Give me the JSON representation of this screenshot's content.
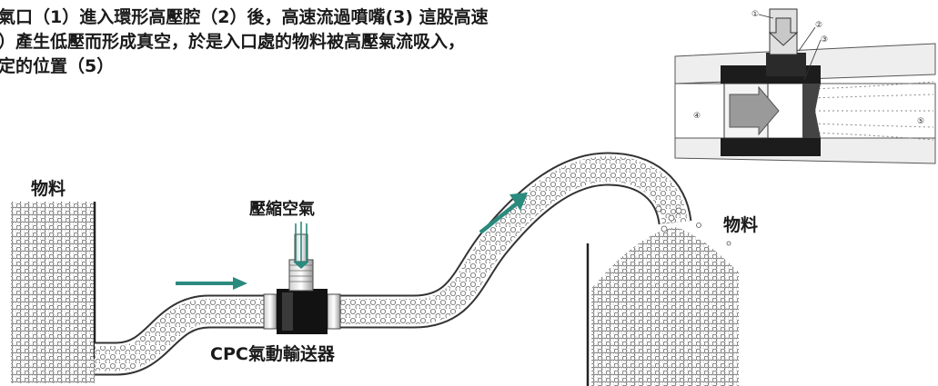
{
  "description": {
    "line1": "氣口（1）進入環形高壓腔（2）後，高速流過噴嘴(3) 這股高速",
    "line2": "）產生低壓而形成真空，於是入口處的物料被高壓氣流吸入，",
    "line3": "定的位置（5）"
  },
  "labels": {
    "material_left": "物料",
    "compressed_air": "壓縮空氣",
    "material_right": "物料",
    "conveyor_name": "CPC氣動輸送器"
  },
  "inset_callouts": [
    "①",
    "②",
    "③",
    "④",
    "⑤"
  ],
  "colors": {
    "arrow_teal": "#2a8a7e",
    "text": "#1a1a1a",
    "line": "#333333"
  }
}
